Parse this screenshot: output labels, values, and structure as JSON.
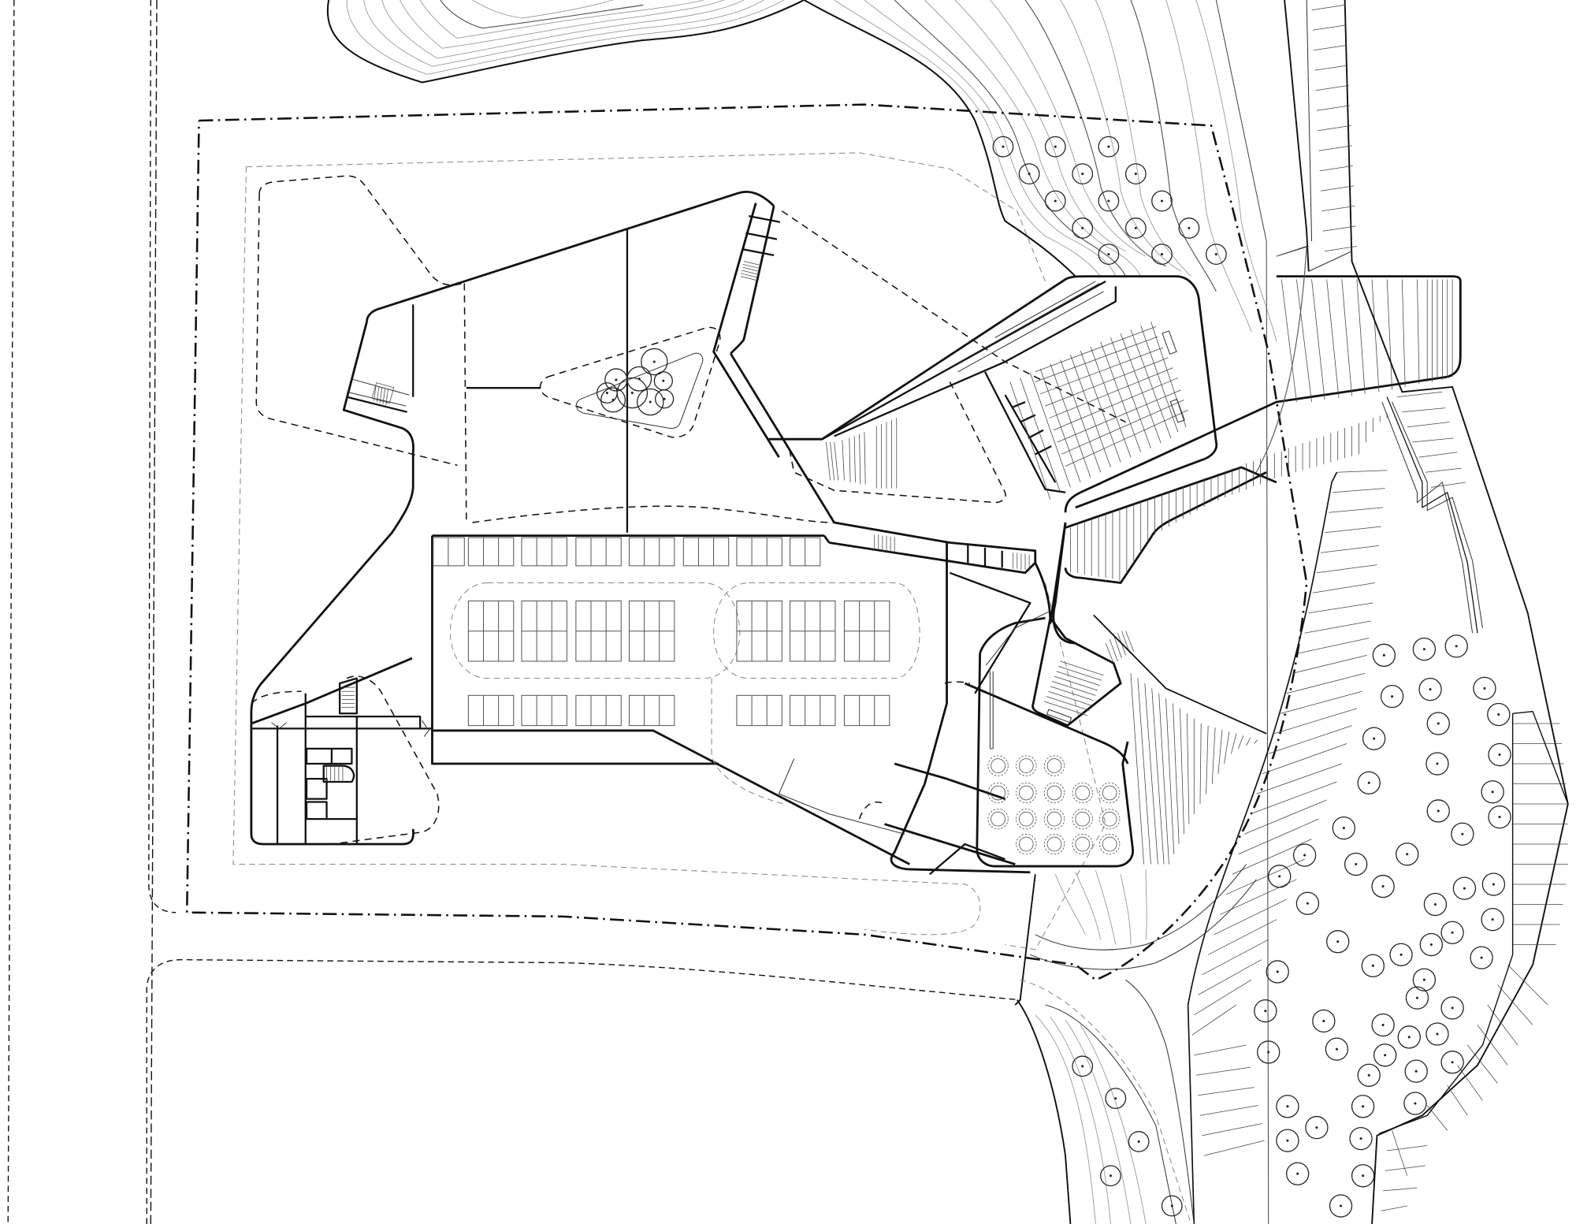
{
  "drawing": {
    "type": "architectural site plan",
    "view": "ground floor plan with landscape",
    "labels": []
  },
  "colors": {
    "background": "#ffffff",
    "line_heavy": "#111111",
    "line_contour": "#999999",
    "line_stall": "#555555"
  },
  "elements": {
    "site_boundary": "dash-dot boundary line",
    "building_outline": "heavy wall outline",
    "parking": {
      "top_row_stall_groups": 8,
      "stalls_per_group": 3,
      "middle_islands": 2,
      "middle_left_groups": 4,
      "middle_right_groups": 3,
      "bottom_left_groups": 4,
      "bottom_right_groups": 3
    },
    "auditorium": "large raked seating hall",
    "lecture_room": "small raked seating room",
    "banquet_hall": {
      "round_tables": 17,
      "rows": [
        3,
        5,
        5,
        4
      ]
    },
    "courtyard_trees": 9,
    "landscape_trees": "scattered circular tree symbols",
    "contours": "topographic contour lines"
  }
}
